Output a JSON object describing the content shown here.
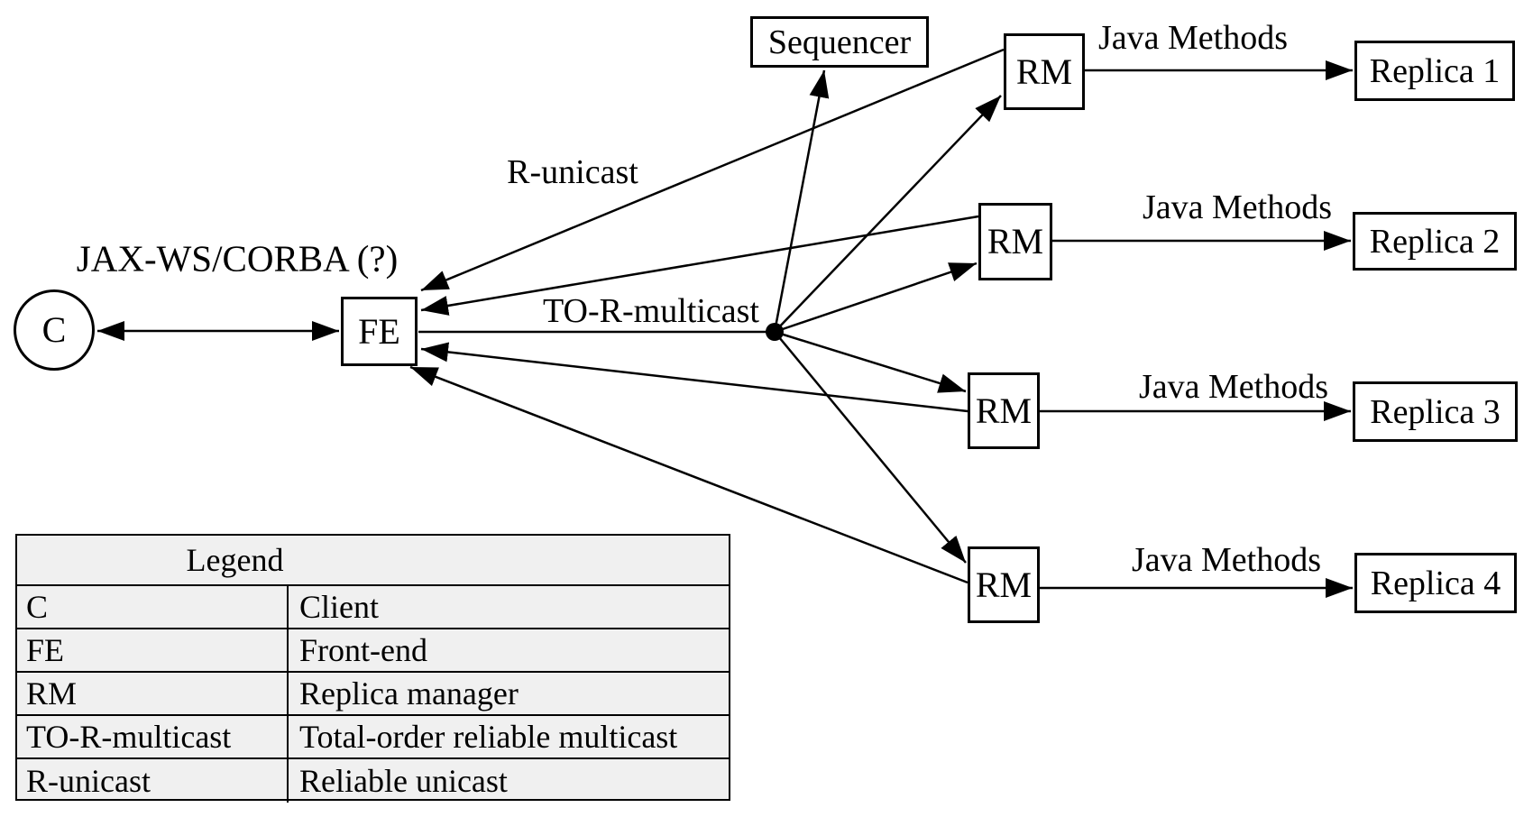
{
  "diagram": {
    "client_label": "C",
    "client_link_label": "JAX-WS/CORBA (?)",
    "front_end_label": "FE",
    "sequencer_label": "Sequencer",
    "r_unicast_label": "R-unicast",
    "to_r_multicast_label": "TO-R-multicast",
    "rm_rows": [
      {
        "rm": "RM",
        "edge": "Java Methods",
        "replica": "Replica 1"
      },
      {
        "rm": "RM",
        "edge": "Java Methods",
        "replica": "Replica 2"
      },
      {
        "rm": "RM",
        "edge": "Java Methods",
        "replica": "Replica 3"
      },
      {
        "rm": "RM",
        "edge": "Java Methods",
        "replica": "Replica 4"
      }
    ]
  },
  "legend": {
    "title": "Legend",
    "rows": [
      {
        "term": "C",
        "definition": "Client"
      },
      {
        "term": "FE",
        "definition": "Front-end"
      },
      {
        "term": "RM",
        "definition": "Replica manager"
      },
      {
        "term": "TO-R-multicast",
        "definition": "Total-order reliable multicast"
      },
      {
        "term": "R-unicast",
        "definition": "Reliable unicast"
      }
    ]
  },
  "colors": {
    "ink": "#000000",
    "legend_background": "#f0f0f0",
    "canvas_background": "#ffffff"
  }
}
